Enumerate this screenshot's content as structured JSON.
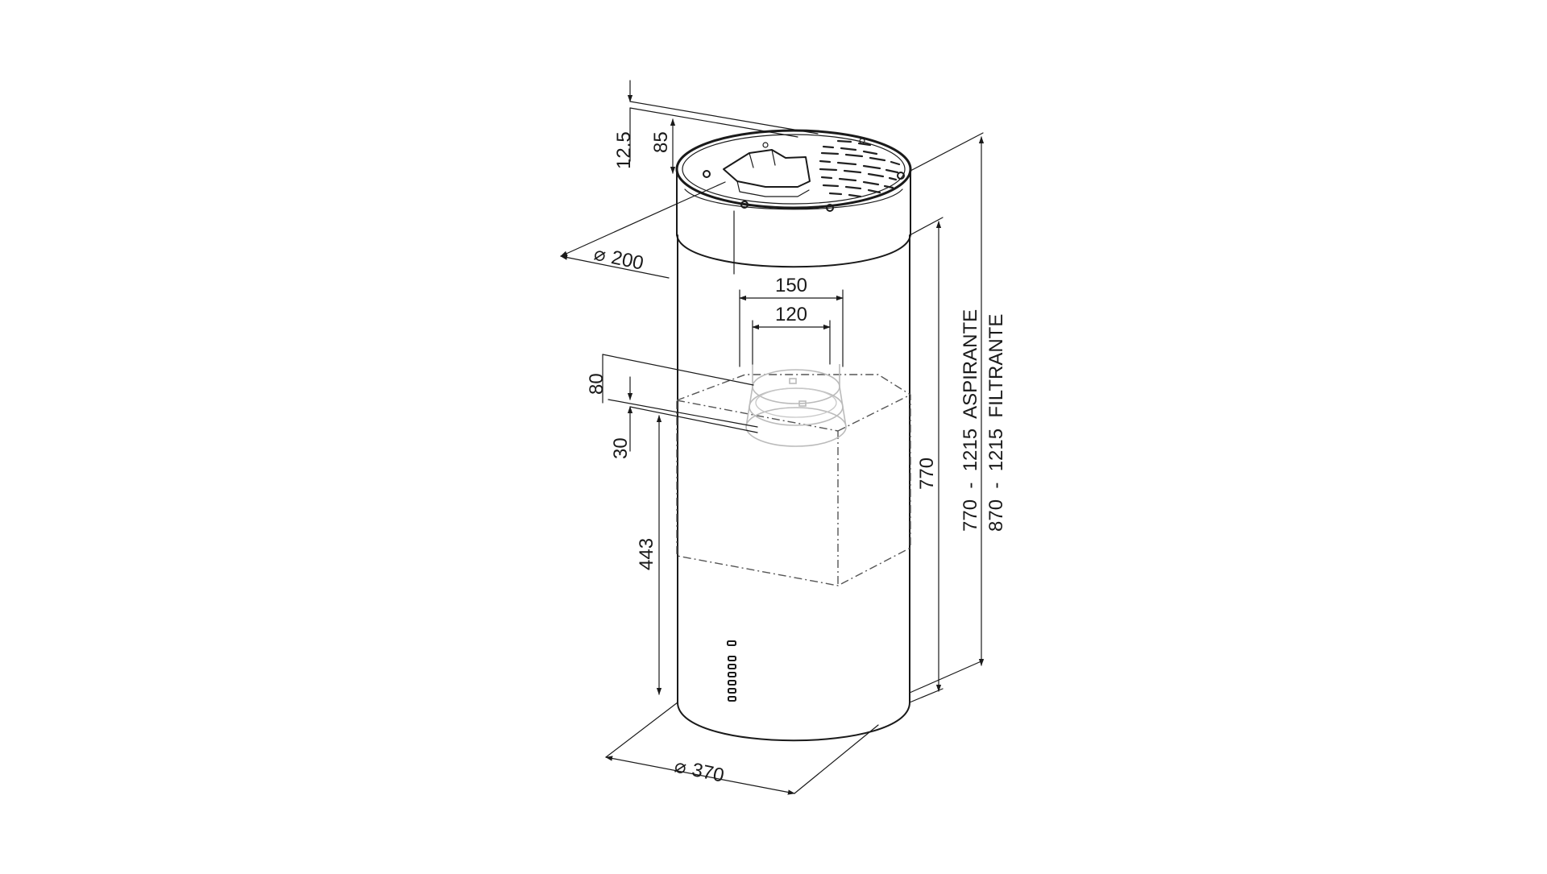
{
  "dimensions": {
    "top_offset": "12.5",
    "top_ring_height": "85",
    "outlet_diameter": "200",
    "pipe_outer": "150",
    "pipe_inner": "120",
    "motor_offset": "80",
    "motor_gap": "30",
    "lower_height": "443",
    "body_height": "770",
    "range_aspirante": "770  -  1215  ASPIRANTE",
    "range_filtrante": "870  -  1215  FILTRANTE",
    "body_diameter": "370"
  },
  "symbols": {
    "diameter": "⌀"
  }
}
